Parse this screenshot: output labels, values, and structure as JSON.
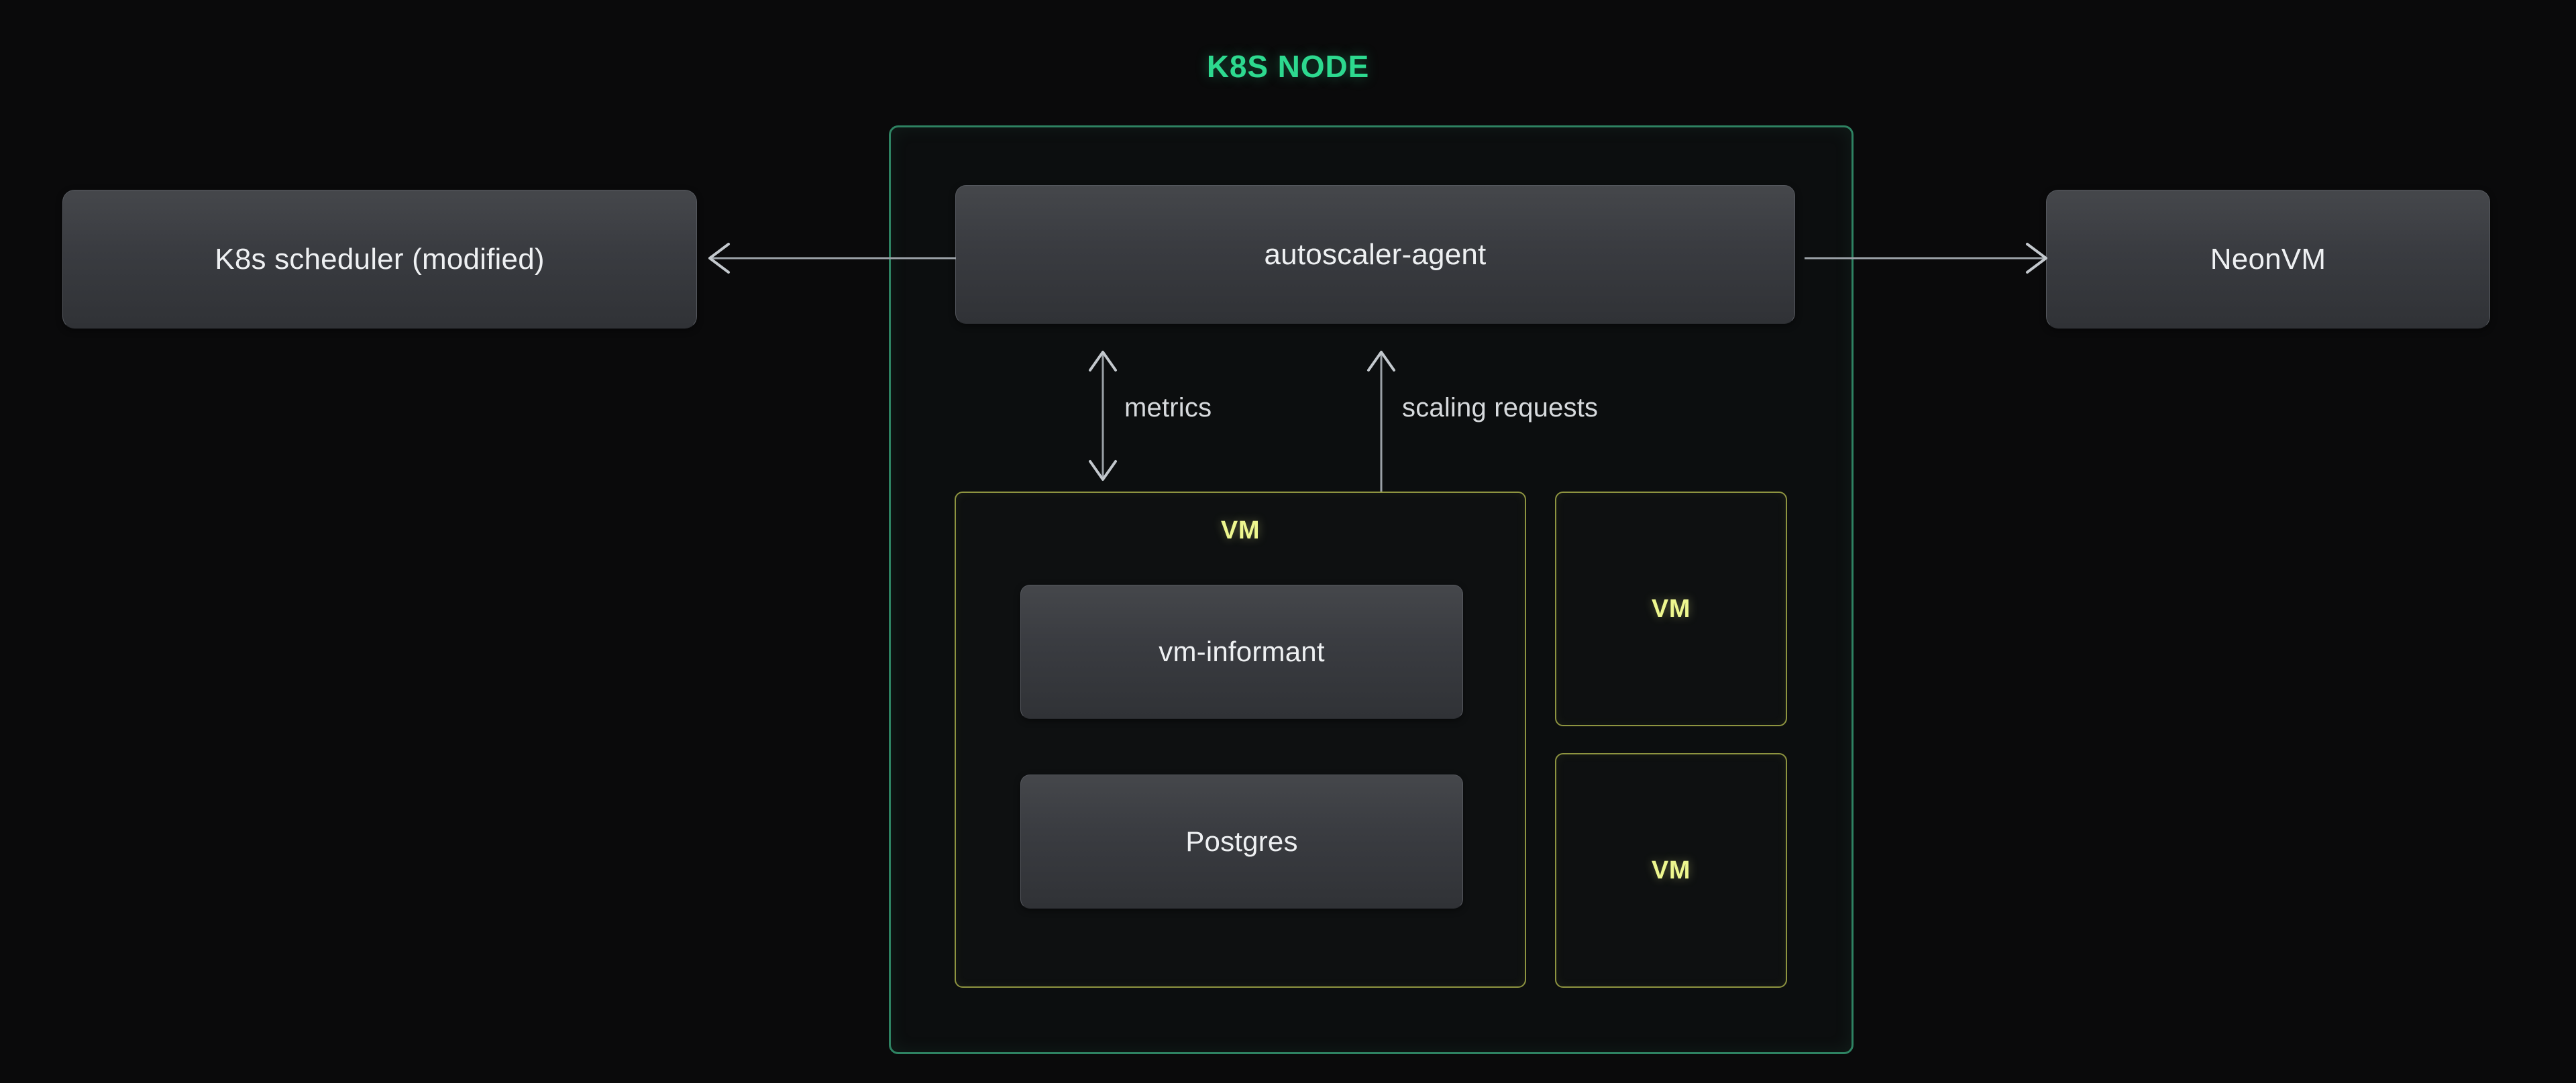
{
  "diagram": {
    "title": "K8S NODE",
    "title_color": "#2dd98f",
    "background_color": "#0a0a0b",
    "node_border_color": "#2e8262",
    "vm_border_color": "#8e9440",
    "vm_label_color": "#eef78f",
    "card_text_color": "#eef0f2",
    "arrow_color": "#9aa0a6"
  },
  "nodes": {
    "scheduler": {
      "label": "K8s scheduler (modified)"
    },
    "neonvm": {
      "label": "NeonVM"
    },
    "agent": {
      "label": "autoscaler-agent"
    },
    "vm_main": {
      "label": "VM"
    },
    "vm_informant": {
      "label": "vm-informant"
    },
    "postgres": {
      "label": "Postgres"
    },
    "vm_small_1": {
      "label": "VM"
    },
    "vm_small_2": {
      "label": "VM"
    }
  },
  "edges": {
    "agent_to_scheduler": {
      "label": "",
      "direction": "left"
    },
    "agent_to_neonvm": {
      "label": "",
      "direction": "right"
    },
    "metrics": {
      "label": "metrics",
      "direction": "bidirectional"
    },
    "scaling_requests": {
      "label": "scaling requests",
      "direction": "bidirectional"
    }
  }
}
